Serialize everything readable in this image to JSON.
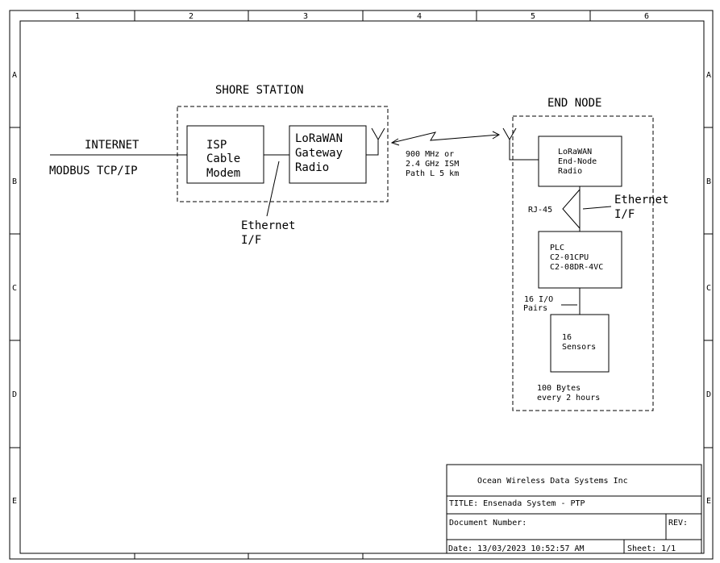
{
  "frame": {
    "columns": [
      "1",
      "2",
      "3",
      "4",
      "5",
      "6"
    ],
    "rows": [
      "A",
      "B",
      "C",
      "D",
      "E"
    ]
  },
  "left": {
    "internet": "INTERNET",
    "modbus": "MODBUS TCP/IP"
  },
  "shore_station": {
    "title": "SHORE STATION",
    "modem": [
      "ISP",
      "Cable",
      "Modem"
    ],
    "gateway": [
      "LoRaWAN",
      "Gateway",
      "Radio"
    ],
    "ethernet": [
      "Ethernet",
      "I/F"
    ]
  },
  "link": {
    "lines": [
      "900 MHz or",
      "2.4 GHz ISM",
      "Path L 5 km"
    ]
  },
  "end_node": {
    "title": "END NODE",
    "radio": [
      "LoRaWAN",
      "End-Node",
      "Radio"
    ],
    "rj45": "RJ-45",
    "ethernet": [
      "Ethernet",
      "I/F"
    ],
    "plc": [
      "PLC",
      "C2-01CPU",
      "C2-08DR-4VC"
    ],
    "io": [
      "16 I/O",
      "Pairs"
    ],
    "sensors": [
      "16",
      "Sensors"
    ],
    "payload": [
      "100 Bytes",
      "every 2 hours"
    ]
  },
  "title_block": {
    "company": "Ocean Wireless Data Systems Inc",
    "title": "TITLE:  Ensenada System - PTP",
    "doc_number": "Document Number:",
    "rev": "REV:",
    "date": "Date: 13/03/2023 10:52:57 AM",
    "sheet": "Sheet: 1/1"
  }
}
